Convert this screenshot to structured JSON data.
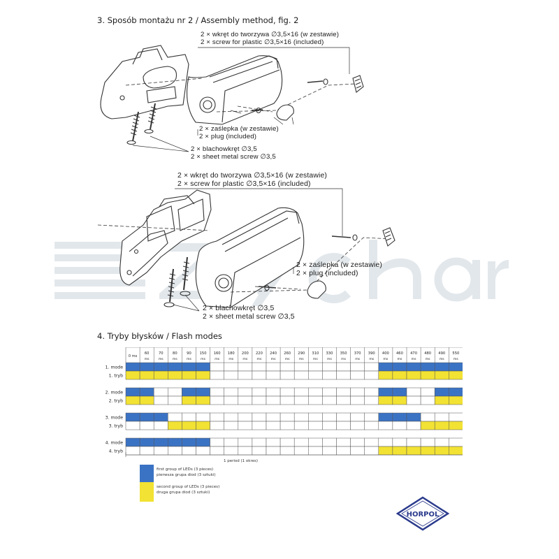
{
  "section3_title": "3. Sposób montażu nr 2 / Assembly method, fig. 2",
  "section4_title": "4. Tryby błysków / Flash modes",
  "top_diagram": {
    "screw_plastic_pl": "2 × wkręt do tworzywa ∅3,5×16 (w zestawie)",
    "screw_plastic_en": "2 × screw for plastic ∅3,5×16 (included)",
    "plug_pl": "2 × zaślepka (w zestawie)",
    "plug_en": "2 × plug (included)",
    "sheet_pl": "2 × blachowkręt ∅3,5",
    "sheet_en": "2 × sheet metal screw ∅3,5"
  },
  "bottom_diagram": {
    "screw_plastic_pl": "2 × wkręt do tworzywa ∅3,5×16 (w zestawie)",
    "screw_plastic_en": "2 × screw for plastic ∅3,5×16 (included)",
    "plug_pl": "2 × zaślepka (w zestawie)",
    "plug_en": "2 × plug (included)",
    "sheet_pl": "2 × blachowkręt ∅3,5",
    "sheet_en": "2 × sheet metal screw ∅3,5"
  },
  "watermark_text": "zychar",
  "colors": {
    "blue": "#3b73c4",
    "yellow": "#f2e233",
    "grid": "#555555"
  },
  "flash": {
    "columns": [
      [
        "0 ms",
        ""
      ],
      [
        "60",
        "ms"
      ],
      [
        "70",
        "ms"
      ],
      [
        "80",
        "ms"
      ],
      [
        "90",
        "ms"
      ],
      [
        "150",
        "ms"
      ],
      [
        "160",
        "ms"
      ],
      [
        "180",
        "ms"
      ],
      [
        "200",
        "ms"
      ],
      [
        "220",
        "ms"
      ],
      [
        "240",
        "ms"
      ],
      [
        "260",
        "ms"
      ],
      [
        "290",
        "ms"
      ],
      [
        "310",
        "ms"
      ],
      [
        "330",
        "ms"
      ],
      [
        "350",
        "ms"
      ],
      [
        "370",
        "ms"
      ],
      [
        "390",
        "ms"
      ],
      [
        "400",
        "ms"
      ],
      [
        "460",
        "ms"
      ],
      [
        "470",
        "ms"
      ],
      [
        "480",
        "ms"
      ],
      [
        "490",
        "ms"
      ],
      [
        "550",
        "ms"
      ]
    ],
    "modes": [
      {
        "label_en": "1. mode",
        "label_pl": "1. tryb",
        "blue": [
          1,
          1,
          1,
          1,
          1,
          1,
          0,
          0,
          0,
          0,
          0,
          0,
          0,
          0,
          0,
          0,
          0,
          0,
          1,
          1,
          1,
          1,
          1,
          1
        ],
        "yellow": [
          1,
          1,
          1,
          1,
          1,
          1,
          0,
          0,
          0,
          0,
          0,
          0,
          0,
          0,
          0,
          0,
          0,
          0,
          1,
          1,
          1,
          1,
          1,
          1
        ]
      },
      {
        "label_en": "2. mode",
        "label_pl": "2. tryb",
        "blue": [
          1,
          1,
          0,
          0,
          1,
          1,
          0,
          0,
          0,
          0,
          0,
          0,
          0,
          0,
          0,
          0,
          0,
          0,
          1,
          1,
          0,
          0,
          1,
          1
        ],
        "yellow": [
          1,
          1,
          0,
          0,
          1,
          1,
          0,
          0,
          0,
          0,
          0,
          0,
          0,
          0,
          0,
          0,
          0,
          0,
          1,
          1,
          0,
          0,
          1,
          1
        ]
      },
      {
        "label_en": "3. mode",
        "label_pl": "3. tryb",
        "blue": [
          1,
          1,
          1,
          0,
          0,
          0,
          0,
          0,
          0,
          0,
          0,
          0,
          0,
          0,
          0,
          0,
          0,
          0,
          1,
          1,
          1,
          0,
          0,
          0
        ],
        "yellow": [
          0,
          0,
          0,
          1,
          1,
          1,
          0,
          0,
          0,
          0,
          0,
          0,
          0,
          0,
          0,
          0,
          0,
          0,
          0,
          0,
          0,
          1,
          1,
          1
        ]
      },
      {
        "label_en": "4. mode",
        "label_pl": "4. tryb",
        "blue": [
          1,
          1,
          1,
          1,
          1,
          1,
          0,
          0,
          0,
          0,
          0,
          0,
          0,
          0,
          0,
          0,
          0,
          0,
          0,
          0,
          0,
          0,
          0,
          0
        ],
        "yellow": [
          0,
          0,
          0,
          0,
          0,
          0,
          0,
          0,
          0,
          0,
          0,
          0,
          0,
          0,
          0,
          0,
          0,
          0,
          1,
          1,
          1,
          1,
          1,
          1
        ]
      }
    ],
    "period_label": "1 period (1 okres)",
    "legend": [
      {
        "color": "blue",
        "line1": "first group of LEDs (3 pieces)",
        "line2": "pierwsza grupa diod (3 sztuki)"
      },
      {
        "color": "yellow",
        "line1": "second group of LEDs (3 pieces)",
        "line2": "druga grupa diod (3 sztuki)"
      }
    ]
  },
  "logo_text": "HORPOL"
}
